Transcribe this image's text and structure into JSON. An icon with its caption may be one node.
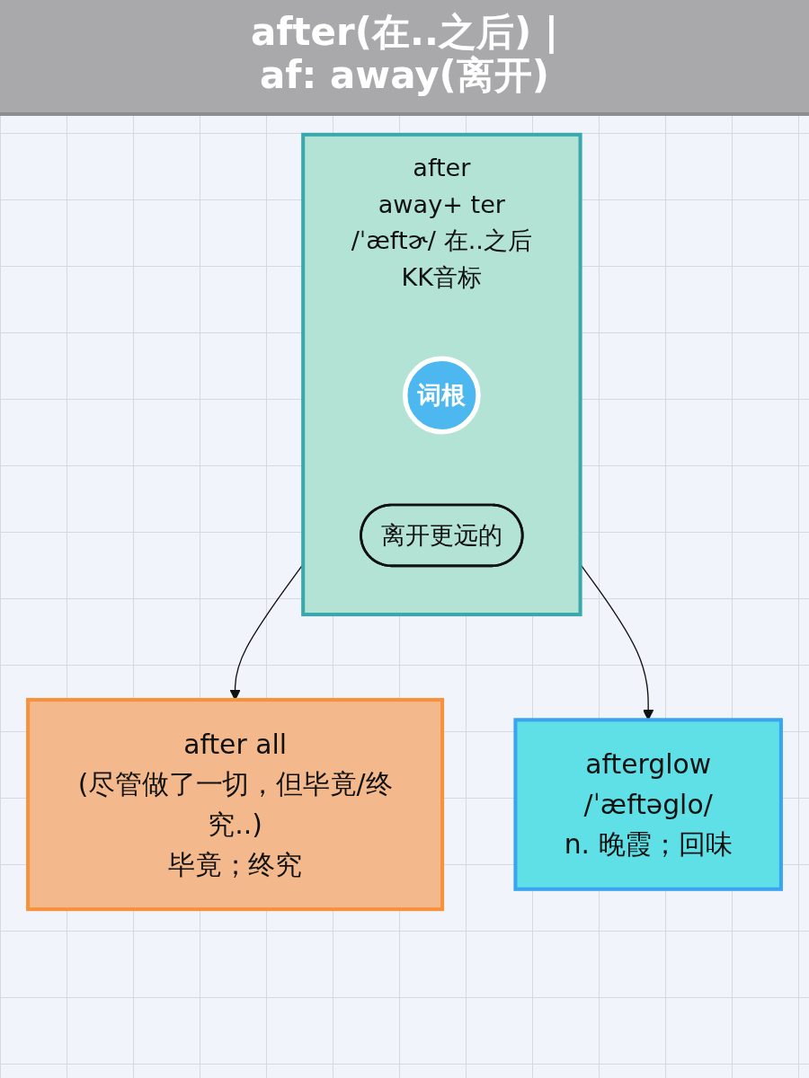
{
  "diagram": {
    "title": "after(在..之后) | af: away(离开)",
    "nodes": [
      {
        "text": [
          "after",
          "away+ ter",
          "/ˈæftɚ/ 在..之后",
          "KK音标"
        ]
      },
      {
        "text": [
          "词根"
        ],
        "in": 0
      },
      {
        "text": [
          "离开更远的"
        ],
        "in": 0
      },
      {
        "text": [
          "after all",
          "(尽管做了一切，但毕竟/终究..)",
          "毕竟；终究"
        ]
      },
      {
        "text": [
          "afterglow",
          "/ˈæftəglo/",
          "n. 晚霞；回味"
        ]
      }
    ],
    "edges": [
      {
        "from": 0,
        "to": 3,
        "arrow": "to"
      },
      {
        "from": 0,
        "to": 4,
        "arrow": "to"
      }
    ]
  }
}
